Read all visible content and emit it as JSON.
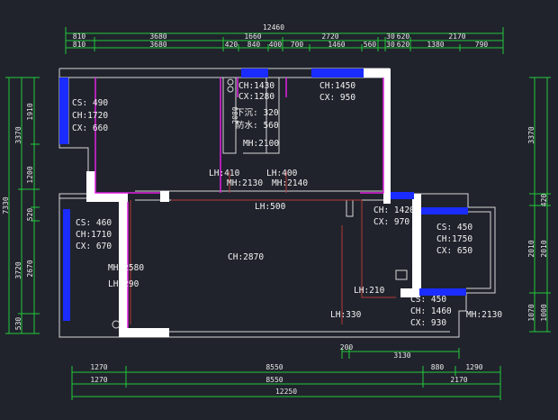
{
  "colors": {
    "background": "#20232c",
    "dimension_line": "#22c93a",
    "wall": "#d7d7d7",
    "wall_fill": "#ffffff",
    "window": "#1a2cff",
    "room_outline": "#e021e0",
    "ceiling_line": "#b53a3a",
    "text": "#f2f2f2"
  },
  "top_dims": {
    "total": "12460",
    "row1": [
      "810",
      "3680",
      "1660",
      "2720",
      "30",
      "620",
      "2170"
    ],
    "row2": [
      "810",
      "3680",
      "420",
      "840",
      "400",
      "700",
      "1460",
      "560",
      "30",
      "620",
      "1380",
      "790"
    ]
  },
  "bottom_dims": {
    "small": [
      "200",
      "3130"
    ],
    "row1": [
      "1270",
      "8550",
      "880",
      "1290"
    ],
    "row2": [
      "1270",
      "8550",
      "2170"
    ],
    "total": "12250"
  },
  "left_dims": {
    "total": "7330",
    "col1": [
      "3370",
      "3720",
      "530"
    ],
    "col2": [
      "1910",
      "1200",
      "520",
      "2670"
    ]
  },
  "right_dims": {
    "col1": [
      "3370",
      "2010",
      "1070"
    ],
    "col2": [
      "420",
      "2010",
      "1000"
    ]
  },
  "rooms": {
    "bedroom_left": {
      "cs": "CS: 490",
      "ch": "CH:1720",
      "cx": "CX: 660"
    },
    "bathroom": {
      "ch": "CH:1430",
      "cx": "CX:1280",
      "sink": "下沉: 320",
      "waterproof": "防水: 560",
      "height_a": "2080",
      "mh": "MH:2100"
    },
    "bedroom_right": {
      "ch": "CH:1450",
      "cx": "CX: 950"
    },
    "corridor": {
      "lh1": "LH:410",
      "mh1": "MH:2130",
      "lh2": "LH:400",
      "mh2": "MH:2140",
      "lh3": "LH:500"
    },
    "living": {
      "cs": "CS: 460",
      "ch": "CH:1710",
      "cx": "CX: 670",
      "mh": "MH:2580",
      "lh": "LH:290",
      "main_ch": "CH:2870",
      "lh_dining": "LH:210",
      "lh_bottom": "LH:330"
    },
    "kitchen_window": {
      "ch": "CH: 1420",
      "cx": "CX: 970"
    },
    "balcony": {
      "cs": "CS: 450",
      "ch": "CH:1750",
      "cx": "CX: 650"
    },
    "balcony_lower": {
      "cs": "CS: 450",
      "ch": "CH: 1460",
      "cx": "CX: 930",
      "mh": "MH:2130"
    }
  }
}
